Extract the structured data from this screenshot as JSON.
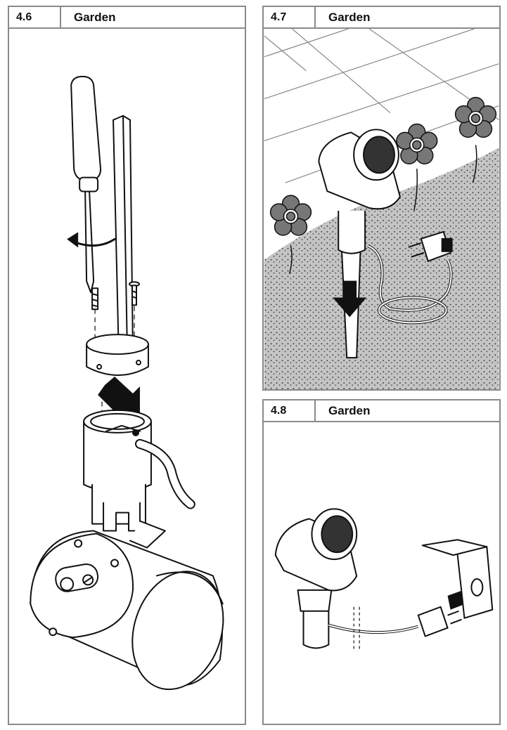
{
  "steps": [
    {
      "number": "4.6",
      "title": "Garden"
    },
    {
      "number": "4.7",
      "title": "Garden"
    },
    {
      "number": "4.8",
      "title": "Garden"
    }
  ],
  "colors": {
    "border": "#8a8a8a",
    "line": "#111111",
    "fill_dark": "#333333",
    "flower": "#777777",
    "soil": "#b8b8b8",
    "paving": "#ffffff"
  },
  "illustrations": [
    {
      "id": "4.6",
      "icons": [
        "screwdriver-icon",
        "rotate-arrow-icon",
        "screw-icon",
        "spike-icon",
        "down-arrow-icon",
        "spotlight-icon",
        "cable-icon"
      ]
    },
    {
      "id": "4.7",
      "icons": [
        "paving-icon",
        "flower-icon",
        "spotlight-icon",
        "down-arrow-icon",
        "plug-icon",
        "cable-coil-icon"
      ]
    },
    {
      "id": "4.8",
      "icons": [
        "spotlight-icon",
        "plug-icon",
        "socket-icon",
        "right-arrow-icon",
        "cable-break-icon"
      ]
    }
  ]
}
